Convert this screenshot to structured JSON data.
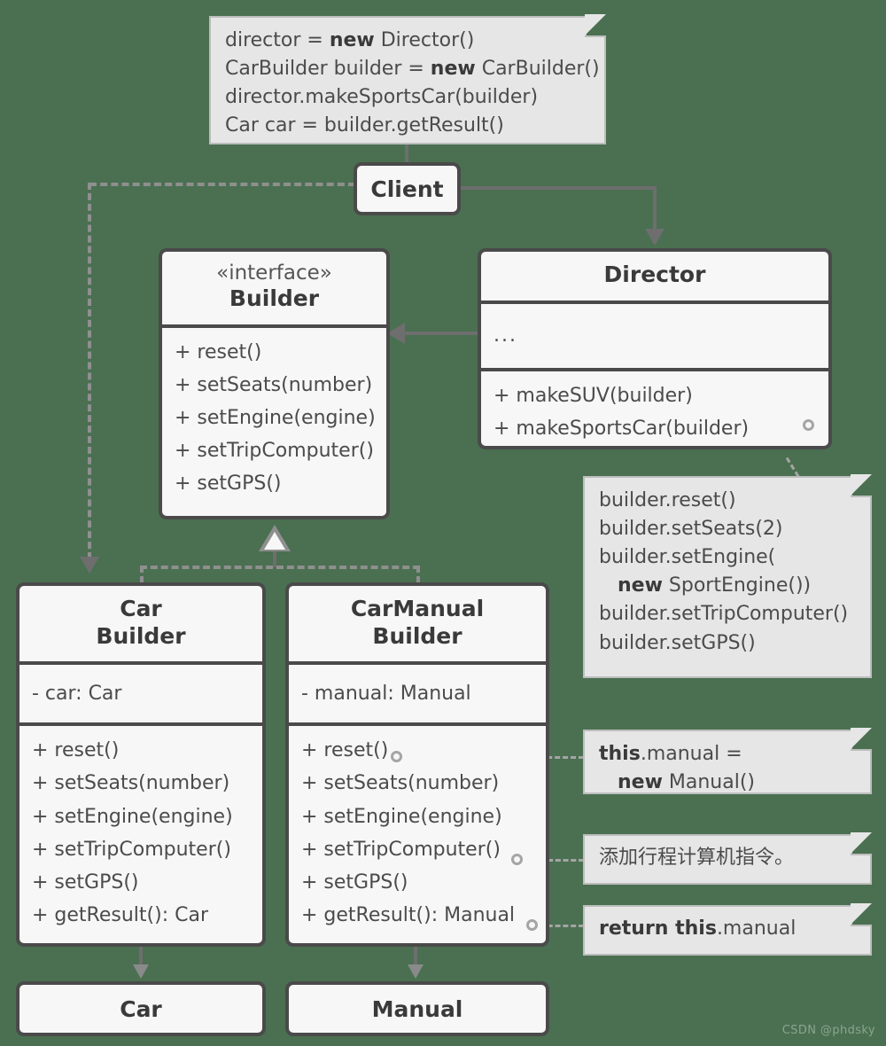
{
  "diagram": {
    "title": "Builder design pattern UML class diagram",
    "background_color": "#4a7051",
    "box_fill": "#f7f7f7",
    "box_border": "#4a4a4a",
    "note_fill": "#e6e6e6",
    "note_border": "#bdbdbd",
    "connector_color": "#6e6e6e"
  },
  "client_note": {
    "lines": [
      {
        "pre": "director = ",
        "bold": "new",
        "post": " Director()"
      },
      {
        "pre": "CarBuilder builder = ",
        "bold": "new",
        "post": " CarBuilder()"
      },
      {
        "pre": "director.makeSportsCar(builder)",
        "bold": "",
        "post": ""
      },
      {
        "pre": "Car car = builder.getResult()",
        "bold": "",
        "post": ""
      }
    ]
  },
  "client": {
    "title": "Client"
  },
  "builder_interface": {
    "stereotype": "«interface»",
    "name": "Builder",
    "methods": [
      "+ reset()",
      "+ setSeats(number)",
      "+ setEngine(engine)",
      "+ setTripComputer()",
      "+ setGPS()"
    ]
  },
  "director": {
    "name": "Director",
    "attributes": "...",
    "methods": [
      "+ makeSUV(builder)",
      "+ makeSportsCar(builder)"
    ]
  },
  "director_note": {
    "lines": [
      {
        "pre": "builder.reset()",
        "bold": "",
        "post": ""
      },
      {
        "pre": "builder.setSeats(2)",
        "bold": "",
        "post": ""
      },
      {
        "pre": "builder.setEngine(",
        "bold": "",
        "post": ""
      },
      {
        "pre": "   ",
        "bold": "new",
        "post": " SportEngine())"
      },
      {
        "pre": "builder.setTripComputer()",
        "bold": "",
        "post": ""
      },
      {
        "pre": "builder.setGPS()",
        "bold": "",
        "post": ""
      }
    ]
  },
  "car_builder": {
    "name_line1": "Car",
    "name_line2": "Builder",
    "field": "- car: Car",
    "methods": [
      "+ reset()",
      "+ setSeats(number)",
      "+ setEngine(engine)",
      "+ setTripComputer()",
      "+ setGPS()",
      "+ getResult(): Car"
    ]
  },
  "car_manual_builder": {
    "name_line1": "CarManual",
    "name_line2": "Builder",
    "field": "- manual: Manual",
    "methods": [
      "+ reset()",
      "+ setSeats(number)",
      "+ setEngine(engine)",
      "+ setTripComputer()",
      "+ setGPS()",
      "+ getResult(): Manual"
    ]
  },
  "car_product": {
    "title": "Car"
  },
  "manual_product": {
    "title": "Manual"
  },
  "note_reset": {
    "lines": [
      {
        "pre": "",
        "bold": "this",
        "post": ".manual ="
      },
      {
        "pre": "   ",
        "bold": "new",
        "post": " Manual()"
      }
    ]
  },
  "note_trip_computer": {
    "lines": [
      {
        "pre": "添加行程计算机指令。",
        "bold": "",
        "post": ""
      }
    ]
  },
  "note_get_result": {
    "lines": [
      {
        "pre": "",
        "bold": "return this",
        "post": ".manual"
      }
    ]
  },
  "watermark": {
    "text": "CSDN @phdsky"
  }
}
